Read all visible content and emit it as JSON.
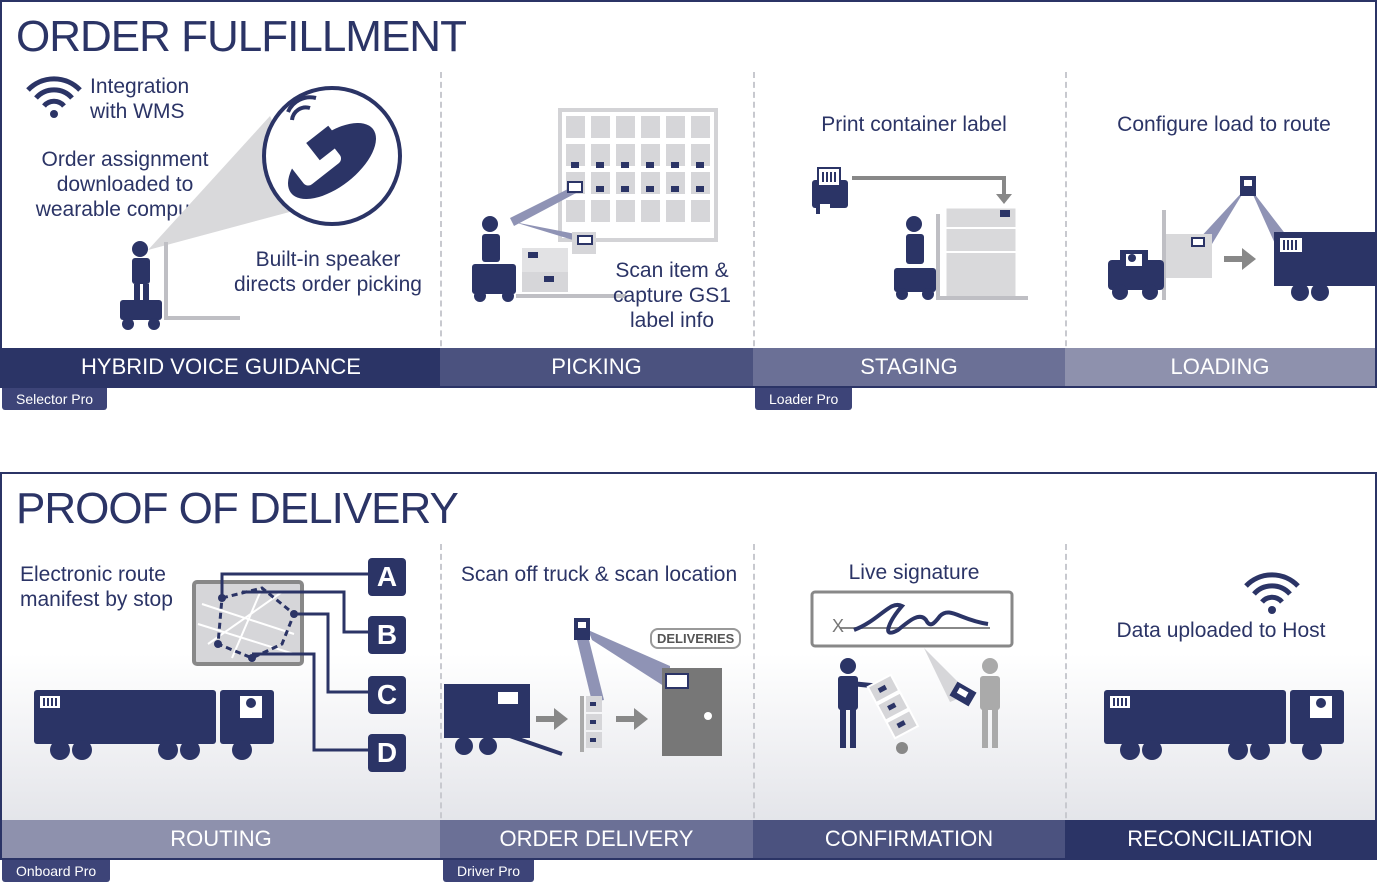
{
  "order_fulfillment": {
    "title": "ORDER FULFILLMENT",
    "voice": {
      "integration": "Integration\nwith WMS",
      "assignment": "Order assignment\ndownloaded to\nwearable computer",
      "speaker": "Built-in speaker\ndirects order picking"
    },
    "picking": {
      "scan": "Scan item &\ncapture GS1\nlabel info"
    },
    "staging": {
      "print": "Print container label"
    },
    "loading": {
      "configure": "Configure load to route"
    },
    "stages": [
      "HYBRID VOICE GUIDANCE",
      "PICKING",
      "STAGING",
      "LOADING"
    ],
    "products": {
      "selector": "Selector Pro",
      "loader": "Loader Pro"
    }
  },
  "proof_of_delivery": {
    "title": "PROOF OF DELIVERY",
    "routing": {
      "manifest": "Electronic route\nmanifest by stop",
      "stops": [
        "A",
        "B",
        "C",
        "D"
      ]
    },
    "delivery": {
      "scan": "Scan off truck & scan location",
      "deliveries_tag": "DELIVERIES"
    },
    "confirmation": {
      "signature": "Live signature",
      "x_mark": "X"
    },
    "reconciliation": {
      "upload": "Data uploaded to Host"
    },
    "stages": [
      "ROUTING",
      "ORDER DELIVERY",
      "CONFIRMATION",
      "RECONCILIATION"
    ],
    "products": {
      "onboard": "Onboard Pro",
      "driver": "Driver Pro"
    }
  },
  "colors": {
    "navy": "#2b3466",
    "band_1": "#2b3466",
    "band_2": "#4b527f",
    "band_3": "#6b7096",
    "band_4": "#8e91ad",
    "gray": "#d6d6d6"
  }
}
